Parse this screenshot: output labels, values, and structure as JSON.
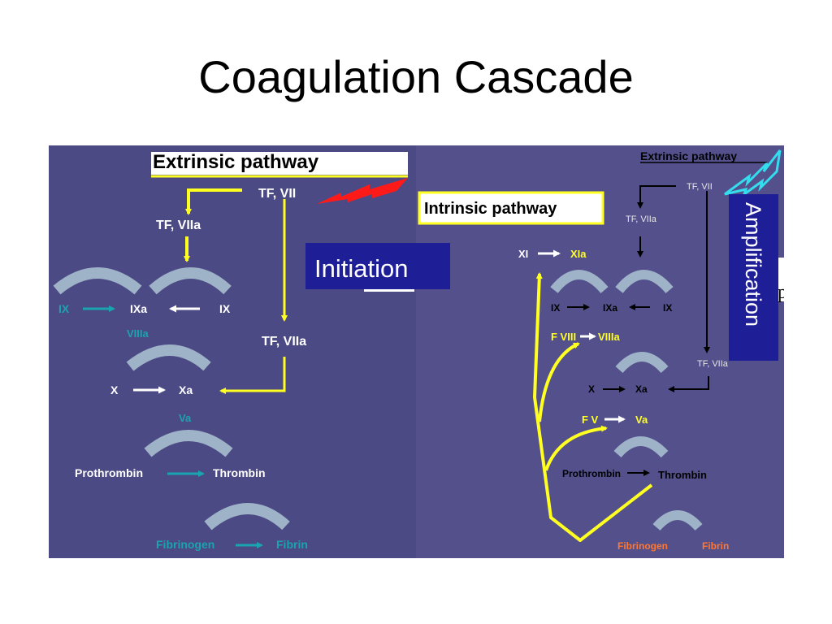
{
  "slide": {
    "title": "Coagulation Cascade"
  },
  "colors": {
    "panel_left": "#4c4a85",
    "panel_right": "#53508c",
    "yellow": "#ffff22",
    "teal": "#1aa3b0",
    "red": "#ff1a1a",
    "cyan": "#33ddee",
    "orange": "#ff7733",
    "callout_blue": "#1e1e96"
  },
  "left_panel": {
    "heading": "Extrinsic pathway",
    "tf_vii": "TF, VII",
    "tf_viia_top": "TF, VIIa",
    "ix_left": "IX",
    "ixa": "IXa",
    "ix_right": "IX",
    "viiia": "VIIIa",
    "tf_viia_right": "TF, VIIa",
    "x": "X",
    "xa": "Xa",
    "va": "Va",
    "prothrombin": "Prothrombin",
    "thrombin": "Thrombin",
    "fibrinogen": "Fibrinogen",
    "fibrin": "Fibrin"
  },
  "right_panel": {
    "heading": "Extrinsic pathway",
    "intrinsic_heading": "Intrinsic pathway",
    "tf_vii": "TF, VII",
    "tf_viia_top": "TF, VIIa",
    "xi": "XI",
    "xia": "XIa",
    "ix_left": "IX",
    "ixa": "IXa",
    "ix_right": "IX",
    "f_viii": "F VIII",
    "viiia": "VIIIa",
    "tf_viia_right": "TF, VIIa",
    "x": "X",
    "xa": "Xa",
    "f_v": "F V",
    "va": "Va",
    "prothrombin": "Prothrombin",
    "thrombin": "Thrombin",
    "fibrinogen": "Fibrinogen",
    "fibrin": "Fibrin"
  },
  "callouts": {
    "initiation": "Initiation",
    "amplification": "Amplification",
    "stray_char": "p"
  }
}
